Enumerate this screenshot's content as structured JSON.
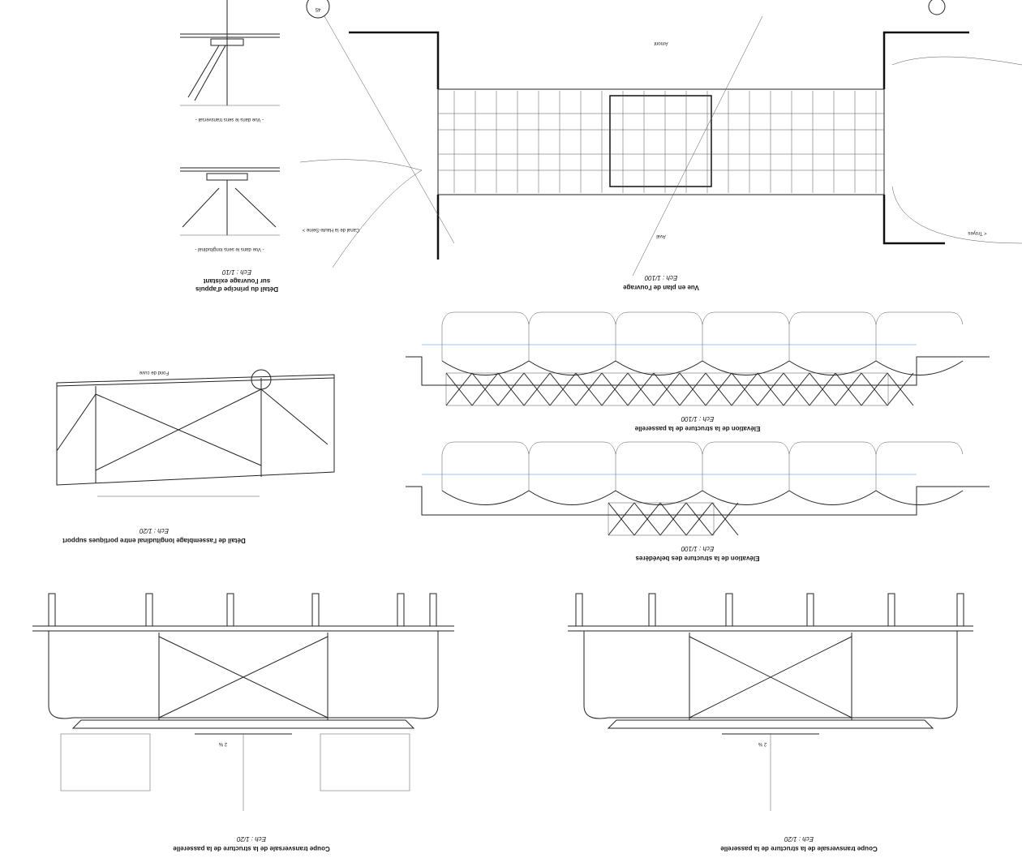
{
  "sheet": {
    "detail_support": {
      "title_line1": "Détail du principe d'appuis",
      "title_line2": "sur l'ouvrage existant",
      "scale": "Ech : 1/10",
      "view_transversal": "- Vue dans le sens transversal -",
      "view_longitudinal": "- Vue dans le sens longitudinal -"
    },
    "plan_view": {
      "title": "Vue en plan de l'ouvrage",
      "scale": "Ech : 1/100",
      "upstream": "Amont",
      "downstream": "Aval",
      "canal": "Canal de la Haute-Seine >",
      "direction": "< Troyes",
      "marker": "45"
    },
    "elevation_bridge": {
      "title": "Elévation de la structure de la passerelle",
      "scale": "Ech : 1/100"
    },
    "elevation_belvederes": {
      "title": "Elévation de la structure des belvédères",
      "scale": "Ech : 1/100"
    },
    "detail_assembly": {
      "title": "Détail de l'assemblage longitudinal entre portiques support",
      "scale": "Ech : 1/20",
      "label_top": "Fond de cuve"
    },
    "section_bridge_1": {
      "title": "Coupe transversale de la structure de la passerelle",
      "scale": "Ech : 1/20",
      "slope": "2 %"
    },
    "section_bridge_2": {
      "title": "Coupe transversale de la structure de la passerelle",
      "scale": "Ech : 1/20",
      "slope": "2 %"
    }
  }
}
